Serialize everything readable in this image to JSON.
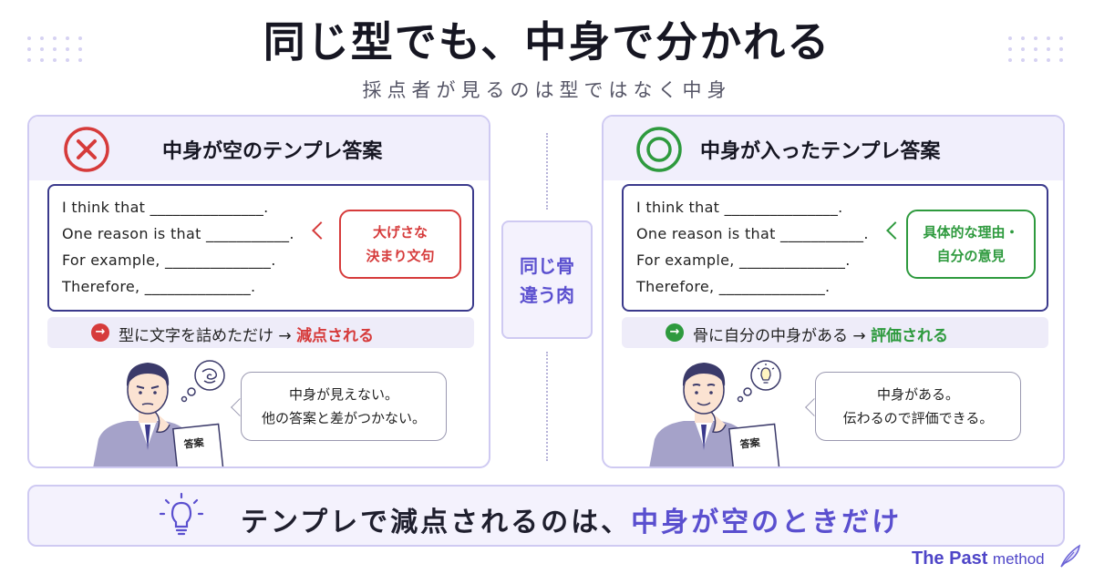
{
  "title": "同じ型でも、中身で分かれる",
  "subtitle": "採点者が見るのは型ではなく中身",
  "colors": {
    "bad": "#d63b3b",
    "good": "#2e9a3e",
    "accent": "#5a4fcf",
    "panel_border": "#cfcaf2"
  },
  "left": {
    "mark_icon": "cross-circle-icon",
    "heading": "中身が空のテンプレ答案",
    "lines": [
      "I think that _______________.",
      "One reason is that ___________.",
      "For example, ______________.",
      "Therefore, ______________."
    ],
    "callout": [
      "大げさな",
      "決まり文句"
    ],
    "result_prefix": "型に文字を詰めただけ →",
    "result_highlight": "減点される",
    "speech": [
      "中身が見えない。",
      "他の答案と差がつかない。"
    ],
    "paper_label": "答案",
    "thought_icon": "confused-swirl-icon"
  },
  "right": {
    "mark_icon": "double-circle-icon",
    "heading": "中身が入ったテンプレ答案",
    "lines": [
      "I think that _______________.",
      "One reason is that ___________.",
      "For example, ______________.",
      "Therefore, ______________."
    ],
    "callout": [
      "具体的な理由・",
      "自分の意見"
    ],
    "result_prefix": "骨に自分の中身がある →",
    "result_highlight": "評価される",
    "speech": [
      "中身がある。",
      "伝わるので評価できる。"
    ],
    "paper_label": "答案",
    "thought_icon": "lightbulb-icon"
  },
  "center": {
    "line1": "同じ骨",
    "line2": "違う肉"
  },
  "bottom": {
    "icon": "lightbulb-icon",
    "text": "テンプレで減点されるのは、",
    "highlight": "中身が空のときだけ"
  },
  "brand": {
    "name": "The Past",
    "suffix": "method",
    "icon": "feather-icon"
  }
}
